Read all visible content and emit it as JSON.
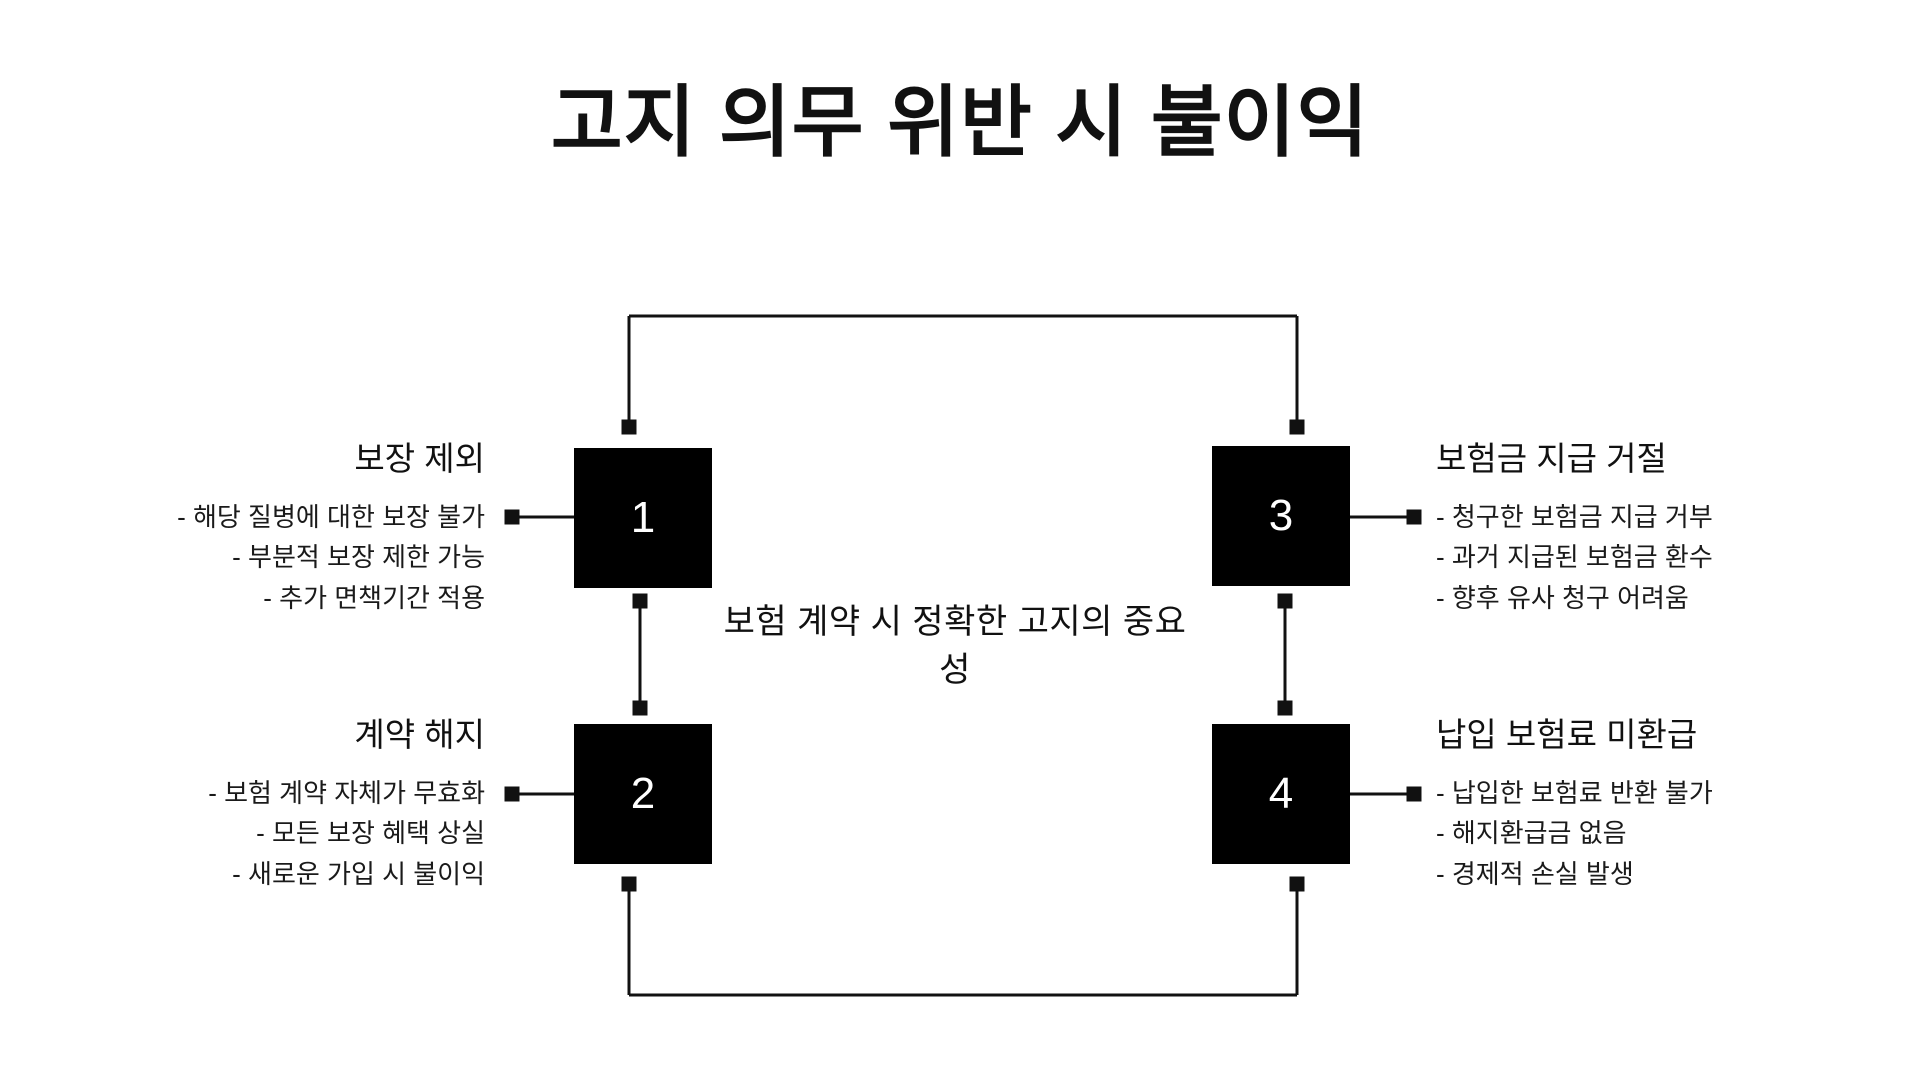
{
  "page": {
    "title": "고지 의무 위반 시 불이익",
    "background_color": "#ffffff",
    "node_fill_color": "#000000",
    "node_text_color": "#ffffff",
    "line_color": "#111111"
  },
  "center": {
    "label": "보험 계약 시 정확한 고지의 중요성"
  },
  "nodes": [
    {
      "id": "1",
      "number": "1",
      "position": "top-left"
    },
    {
      "id": "2",
      "number": "2",
      "position": "bottom-left"
    },
    {
      "id": "3",
      "number": "3",
      "position": "top-right"
    },
    {
      "id": "4",
      "number": "4",
      "position": "bottom-right"
    }
  ],
  "blocks": {
    "top_left": {
      "heading": "보장 제외",
      "bullets": [
        "- 해당 질병에 대한 보장 불가",
        "- 부분적 보장 제한 가능",
        "- 추가 면책기간 적용"
      ]
    },
    "bottom_left": {
      "heading": "계약 해지",
      "bullets": [
        "- 보험 계약 자체가 무효화",
        "- 모든 보장 혜택 상실",
        "- 새로운 가입 시 불이익"
      ]
    },
    "top_right": {
      "heading": "보험금 지급 거절",
      "bullets": [
        "- 청구한 보험금 지급 거부",
        "- 과거 지급된 보험금 환수",
        "- 향후 유사 청구 어려움"
      ]
    },
    "bottom_right": {
      "heading": "납입 보험료 미환급",
      "bullets": [
        "- 납입한 보험료 반환 불가",
        "- 해지환급금 없음",
        "- 경제적 손실 발생"
      ]
    }
  }
}
